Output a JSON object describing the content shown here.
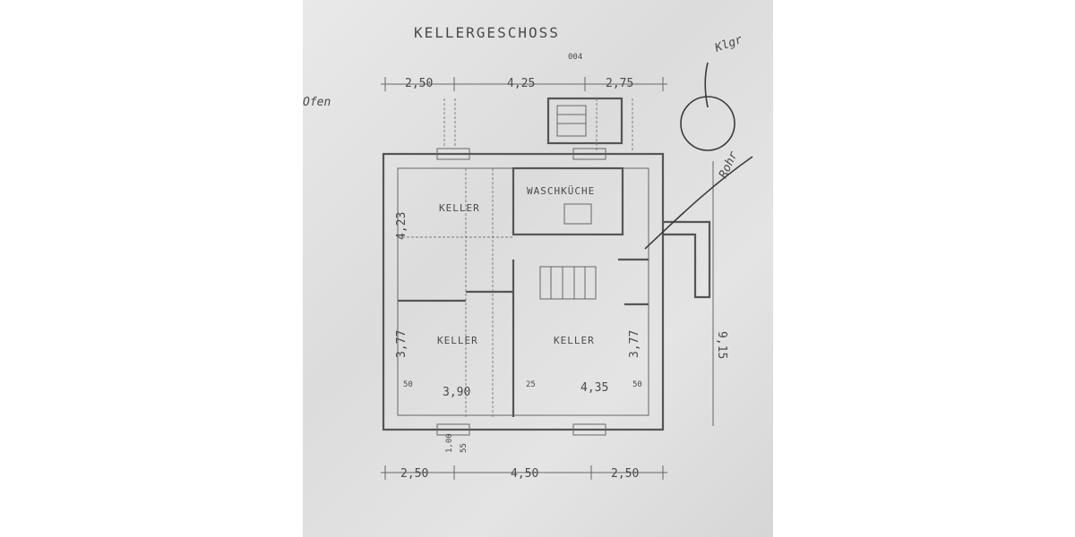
{
  "sheet": {
    "title": "KELLERGESCHOSS",
    "note_top": "004",
    "side_note": "Ofen",
    "handwritten_right": "Klgr",
    "handwritten_diag": "Rohr"
  },
  "top_dims": [
    "2,50",
    "4,25",
    "2,75"
  ],
  "bottom_dims": [
    "2,50",
    "4,50",
    "2,50"
  ],
  "rooms": {
    "keller_nw": "KELLER",
    "waschkueche": "WASCHKÜCHE",
    "keller_sw": "KELLER",
    "keller_se": "KELLER"
  },
  "interior_dims": {
    "left_upper": "4,23",
    "left_lower": "3,77",
    "right_lower": "3,77",
    "width_sw": "3,90",
    "width_se": "4,35",
    "right_outer": "9,15",
    "wall_a": "50",
    "wall_b": "25",
    "door_a": "1,00",
    "door_b": "55"
  }
}
